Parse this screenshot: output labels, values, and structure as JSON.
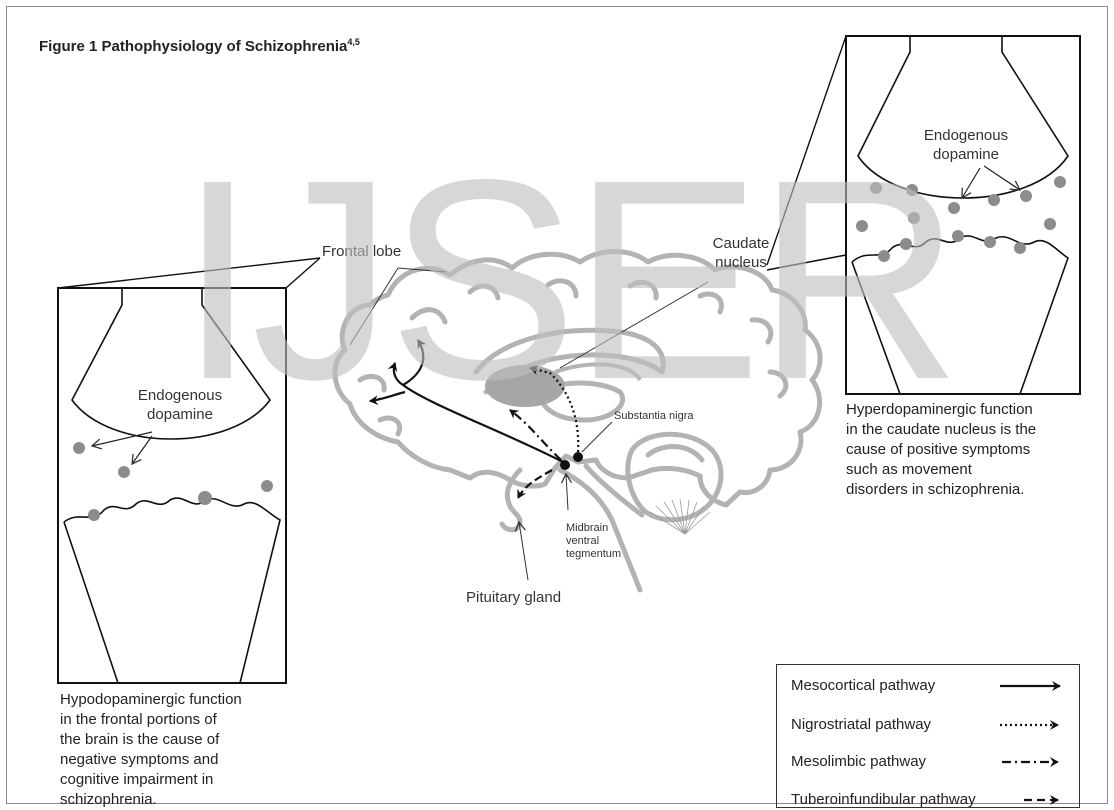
{
  "figure": {
    "title_label": "Figure 1",
    "title_text": "Pathophysiology of Schizophrenia",
    "title_refs": "4,5"
  },
  "watermark": "IJSER",
  "labels": {
    "frontal_lobe": "Frontal lobe",
    "caudate_nucleus": [
      "Caudate",
      "nucleus"
    ],
    "substantia_nigra": "Substantia nigra",
    "midbrain_vt": [
      "Midbrain",
      "ventral",
      "tegmentum"
    ],
    "pituitary_gland": "Pituitary gland",
    "endogenous_dopamine_left": [
      "Endogenous",
      "dopamine"
    ],
    "endogenous_dopamine_right": [
      "Endogenous",
      "dopamine"
    ]
  },
  "captions": {
    "left": [
      "Hypodopaminergic function",
      "in the frontal portions of",
      "the brain is the cause of",
      "negative symptoms and",
      "cognitive impairment in",
      "schizophrenia."
    ],
    "right": [
      "Hyperdopaminergic function",
      "in the caudate nucleus is the",
      "cause of positive symptoms",
      "such as movement",
      "disorders in schizophrenia."
    ]
  },
  "legend": [
    {
      "label": "Mesocortical pathway",
      "line_style": "solid"
    },
    {
      "label": "Nigrostriatal pathway",
      "line_style": "dotted"
    },
    {
      "label": "Mesolimbic pathway",
      "line_style": "dash-dot"
    },
    {
      "label": "Tuberoinfundibular pathway",
      "line_style": "dashed"
    }
  ],
  "colors": {
    "brain_outline": "#b3b3b3",
    "dopamine_dot": "#8c8c8c",
    "caudate_fill": "#a6a6a6",
    "watermark": "#c4c4c4"
  }
}
